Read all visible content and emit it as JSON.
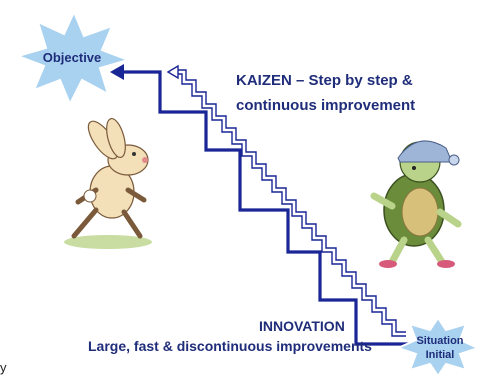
{
  "objective": {
    "label": "Objective"
  },
  "kaizen": {
    "line1": "KAIZEN – Step by step &",
    "line2": "continuous improvement"
  },
  "innovation": {
    "line1": "INNOVATION",
    "line2": "Large, fast & discontinuous improvements"
  },
  "start": {
    "line1": "Situation",
    "line2": "Initial"
  },
  "stray_text": "y",
  "colors": {
    "stair_blue": "#1a2596",
    "star_fill": "#a9d2f0",
    "star_stroke": "#ffffff",
    "text_dark_blue": "#1f2d7a",
    "rabbit_fur": "#f3dfb8",
    "turtle_shell": "#6b8c3a",
    "turtle_skin": "#b9d38a",
    "turtle_hat": "#9fb5d8"
  },
  "icons": [
    "objective-star-icon",
    "situation-star-icon",
    "rabbit-icon",
    "turtle-icon"
  ]
}
